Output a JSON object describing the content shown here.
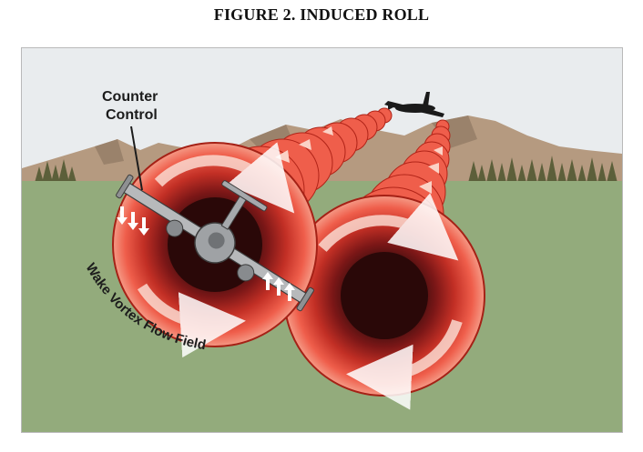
{
  "figure": {
    "title": "FIGURE 2. INDUCED ROLL"
  },
  "labels": {
    "counter_control_line1": "Counter",
    "counter_control_line2": "Control",
    "flow_field": "Wake Vortex Flow Field"
  },
  "colors": {
    "sky": "#e9ecee",
    "ground": "#93ab7c",
    "mountain": "#b59a80",
    "mountain_shadow": "#8f7762",
    "trees": "#5c5f3a",
    "vortex_red": "#e54a3a",
    "vortex_light": "#f7a493",
    "vortex_dark": "#7c1717",
    "vortex_core": "#3a0d0d",
    "aircraft": "#b7b9bb",
    "aircraft_outline": "#3c3c3c",
    "arrow_white": "#ffffff"
  },
  "icons": {
    "aircraft_front": "aircraft-front-icon",
    "aircraft_distant": "aircraft-silhouette-icon"
  }
}
